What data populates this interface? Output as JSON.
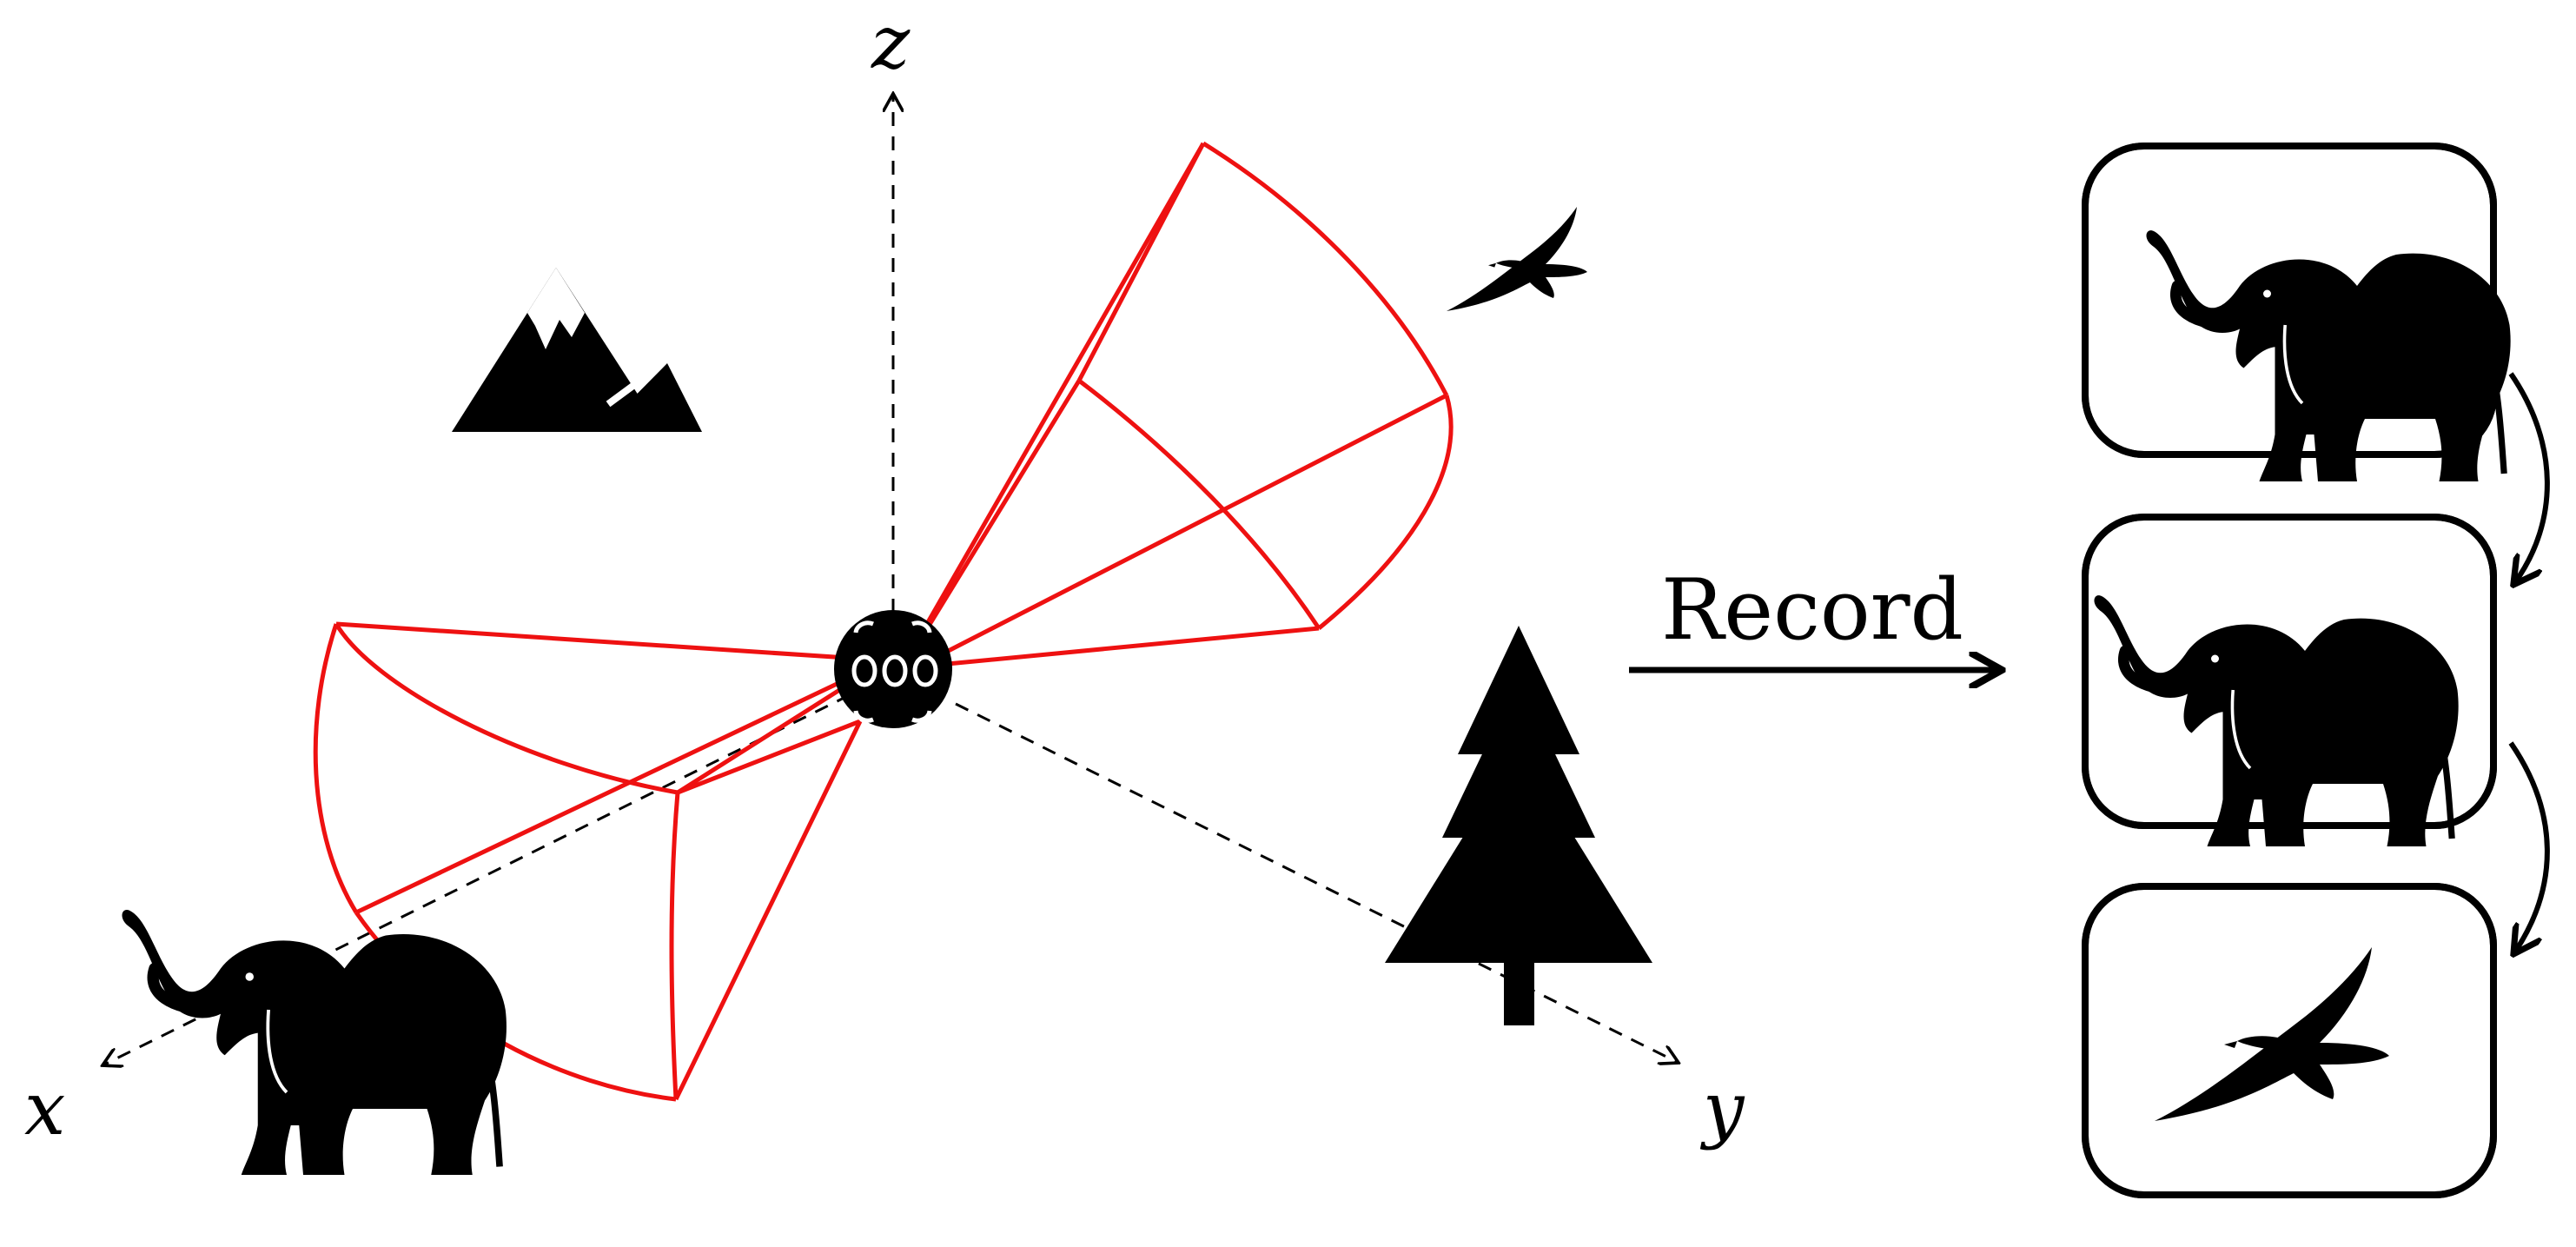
{
  "axes": {
    "x_label": "x",
    "y_label": "y",
    "z_label": "z"
  },
  "record_label": "Record",
  "colors": {
    "fov": "#ee1111",
    "ink": "#000000",
    "background": "#ffffff"
  },
  "scene_objects": [
    "mountain-icon",
    "eagle-icon",
    "tree-icon",
    "elephant-icon",
    "omni-camera-icon"
  ],
  "recorded_frames": [
    {
      "name": "frame-elephant-closeup",
      "subject": "elephant-icon"
    },
    {
      "name": "frame-elephant-side",
      "subject": "elephant-icon"
    },
    {
      "name": "frame-eagle",
      "subject": "eagle-icon"
    }
  ]
}
